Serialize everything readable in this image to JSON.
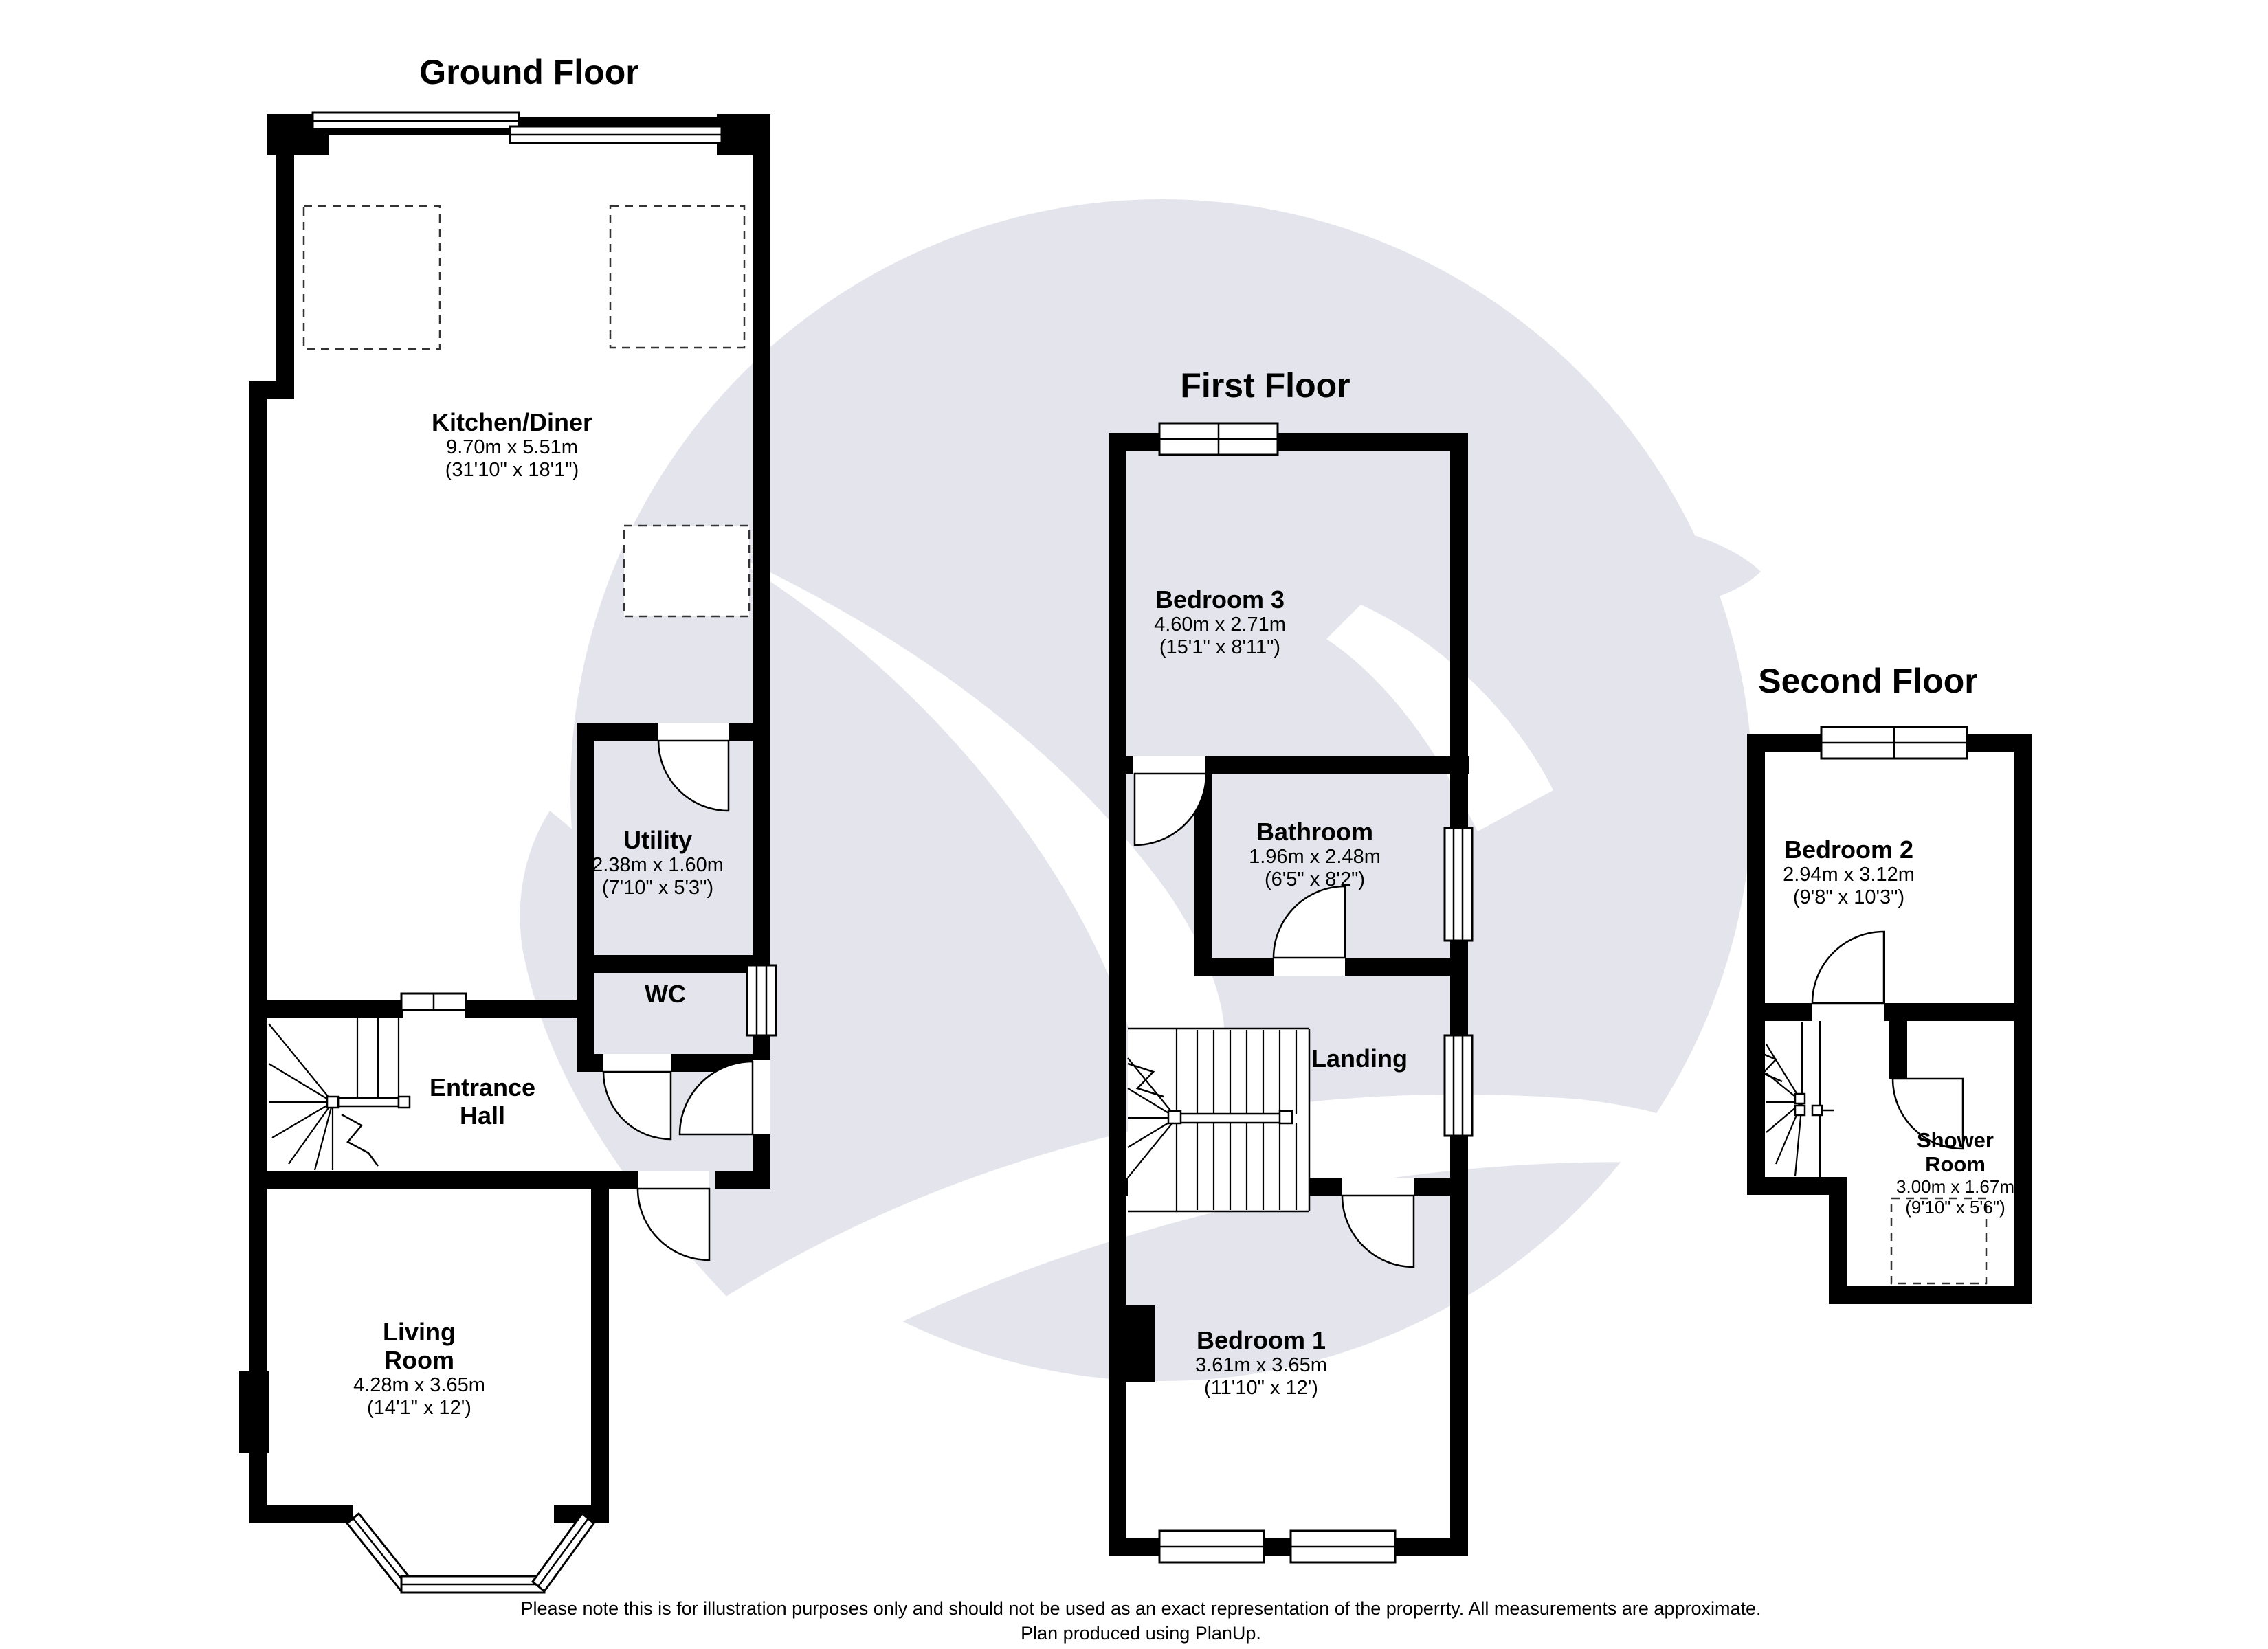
{
  "titles": {
    "ground": "Ground Floor",
    "first": "First Floor",
    "second": "Second Floor"
  },
  "rooms": {
    "kitchen": {
      "name": "Kitchen/Diner",
      "metric": "9.70m x 5.51m",
      "imperial": "(31'10\" x 18'1\")"
    },
    "utility": {
      "name": "Utility",
      "metric": "2.38m x 1.60m",
      "imperial": "(7'10\" x 5'3\")"
    },
    "wc": {
      "name": "WC"
    },
    "entrance_hall": {
      "line1": "Entrance",
      "line2": "Hall"
    },
    "living": {
      "line1": "Living",
      "line2": "Room",
      "metric": "4.28m x 3.65m",
      "imperial": "(14'1\" x 12')"
    },
    "bedroom3": {
      "name": "Bedroom 3",
      "metric": "4.60m x 2.71m",
      "imperial": "(15'1\" x 8'11\")"
    },
    "bathroom": {
      "name": "Bathroom",
      "metric": "1.96m x 2.48m",
      "imperial": "(6'5\" x 8'2\")"
    },
    "landing": {
      "name": "Landing"
    },
    "bedroom1": {
      "name": "Bedroom 1",
      "metric": "3.61m x 3.65m",
      "imperial": "(11'10\" x 12')"
    },
    "bedroom2": {
      "name": "Bedroom 2",
      "metric": "2.94m x 3.12m",
      "imperial": "(9'8\" x 10'3\")"
    },
    "shower": {
      "line1": "Shower",
      "line2": "Room",
      "metric": "3.00m x 1.67m",
      "imperial": "(9'10\" x 5'6\")"
    }
  },
  "footer": {
    "line1": "Please note this is for illustration purposes only and should not be used as an exact representation of the properrty. All measurements are approximate.",
    "line2": "Plan produced using PlanUp."
  },
  "colors": {
    "wall": "#000000",
    "watermark": "#e4e4ec",
    "background": "#ffffff"
  }
}
